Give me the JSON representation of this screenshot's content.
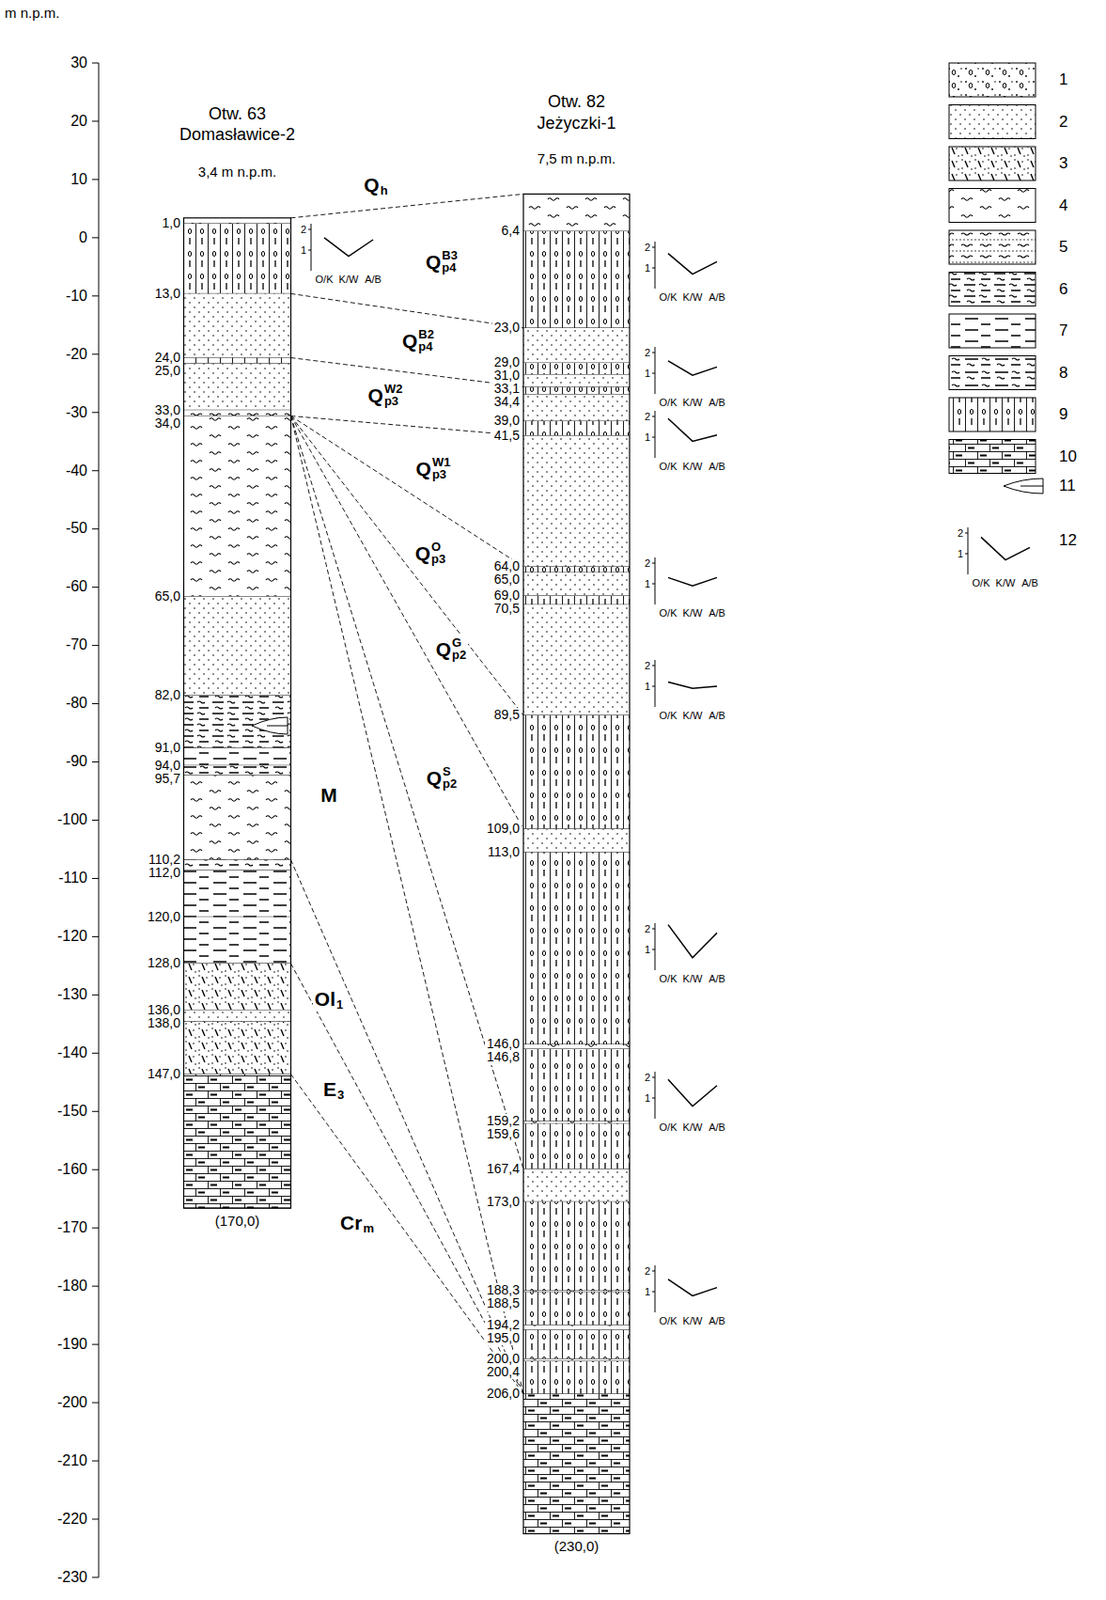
{
  "diagram": {
    "nodes": [
      {
        "text": [
          "Otw. 63 Domasławice-2",
          "3,4 m n.p.m.",
          "(170,0)"
        ]
      },
      {
        "text": [
          "Otw. 82 Jeżyczki-1",
          "7,5 m n.p.m.",
          "(230,0)"
        ]
      }
    ],
    "labels": [
      "m n.p.m.",
      "30",
      "20",
      "10",
      "0",
      "-10",
      "-20",
      "-30",
      "-40",
      "-50",
      "-60",
      "-70",
      "-80",
      "-90",
      "-100",
      "-110",
      "-120",
      "-130",
      "-140",
      "-150",
      "-160",
      "-170",
      "-180",
      "-190",
      "-200",
      "-210",
      "-220",
      "-230",
      "1,0",
      "13,0",
      "24,0",
      "25,0",
      "33,0",
      "34,0",
      "65,0",
      "82,0",
      "91,0",
      "94,0",
      "95,7",
      "110,2",
      "112,0",
      "120,0",
      "128,0",
      "136,0",
      "138,0",
      "147,0",
      "6,4",
      "23,0",
      "29,0",
      "31,0",
      "33,1",
      "34,4",
      "39,0",
      "41,5",
      "64,0",
      "65,0",
      "69,0",
      "70,5",
      "89,5",
      "109,0",
      "113,0",
      "146,0",
      "146,8",
      "159,2",
      "159,6",
      "167,4",
      "173,0",
      "188,3",
      "188,5",
      "194,2",
      "195,0",
      "200,0",
      "200,4",
      "206,0",
      "Q",
      "h",
      "Q",
      "B3",
      "p4",
      "Q",
      "B2",
      "p4",
      "Q",
      "W2",
      "p3",
      "Q",
      "W1",
      "p3",
      "Q",
      "O",
      "p3",
      "Q",
      "G",
      "p2",
      "M",
      "Q",
      "S",
      "p2",
      "Ol",
      "1",
      "E",
      "3",
      "Cr",
      "m",
      "2",
      "1",
      "O/K",
      "K/W",
      "A/B",
      "2",
      "1",
      "O/K",
      "K/W",
      "A/B",
      "2",
      "1",
      "O/K",
      "K/W",
      "A/B",
      "2",
      "1",
      "O/K",
      "K/W",
      "A/B",
      "2",
      "1",
      "O/K",
      "K/W",
      "A/B",
      "2",
      "1",
      "O/K",
      "K/W",
      "A/B",
      "2",
      "1",
      "O/K",
      "K/W",
      "A/B",
      "2",
      "1",
      "O/K",
      "K/W",
      "A/B",
      "2",
      "1",
      "O/K",
      "K/W",
      "A/B",
      "2",
      "1",
      "O/K",
      "K/W",
      "A/B"
    ],
    "legend": [
      {
        "text": "1"
      },
      {
        "text": "2"
      },
      {
        "text": "3"
      },
      {
        "text": "4"
      },
      {
        "text": "5"
      },
      {
        "text": "6"
      },
      {
        "text": "7"
      },
      {
        "text": "8"
      },
      {
        "text": "9"
      },
      {
        "text": "10"
      },
      {
        "text": "11"
      },
      {
        "text": "12"
      }
    ]
  }
}
